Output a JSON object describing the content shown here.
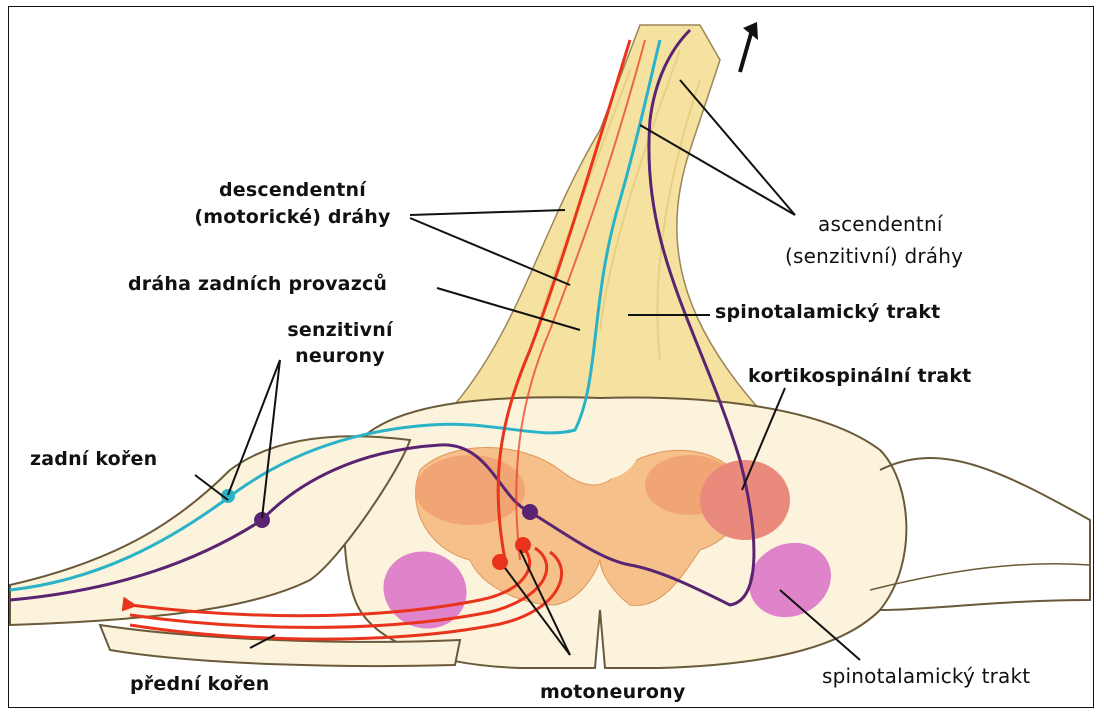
{
  "labels": {
    "descendentni_1": "descendentní",
    "descendentni_2": "(motorické) dráhy",
    "ascendentni_1": "ascendentní",
    "ascendentni_2": "(senzitivní) dráhy",
    "draha_zadnich": "dráha zadních provazců",
    "spinotalamicky_top": "spinotalamický trakt",
    "senzitivni_1": "senzitivní",
    "senzitivni_2": "neurony",
    "kortikospinalni": "kortikospinální trakt",
    "zadni_koren": "zadní kořen",
    "predni_koren": "přední kořen",
    "motoneurony": "motoneurony",
    "spinotalamicky_bottom": "spinotalamický trakt"
  },
  "colors": {
    "tissue_fill": "#fbf3dc",
    "tissue_stroke": "#6b5a3a",
    "grey_matter": "#f0a070",
    "grey_matter_light": "#f6c08a",
    "tract_pink": "#e98a7c",
    "pink_horn": "#d96fc8",
    "fiber_yellow": "#f6e2a0",
    "motor_red": "#e8341c",
    "sensory_cyan": "#2ab3c8",
    "sensory_purple": "#5a2472",
    "leader": "#111111"
  }
}
